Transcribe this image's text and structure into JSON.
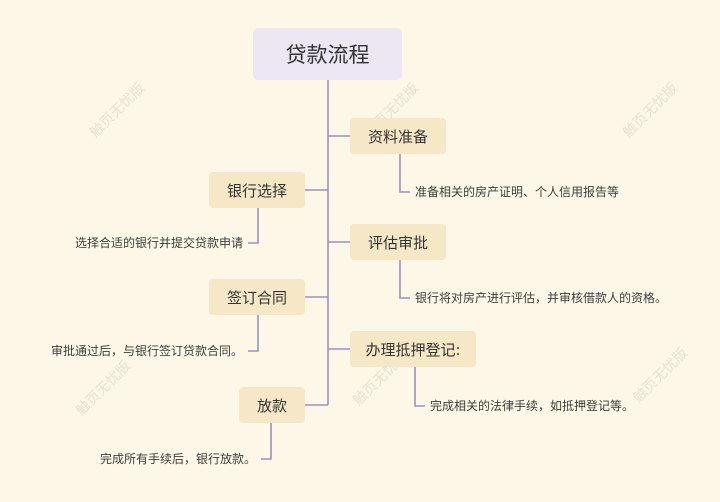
{
  "diagram": {
    "root": {
      "label": "贷款流程"
    },
    "right_branches": [
      {
        "label": "资料准备",
        "detail": "准备相关的房产证明、个人信用报告等"
      },
      {
        "label": "评估审批",
        "detail": "银行将对房产进行评估，并审核借款人的资格。"
      },
      {
        "label": "办理抵押登记:",
        "detail": "完成相关的法律手续，如抵押登记等。"
      }
    ],
    "left_branches": [
      {
        "label": "银行选择",
        "detail": "选择合适的银行并提交贷款申请"
      },
      {
        "label": "签订合同",
        "detail": "审批通过后，与银行签订贷款合同。"
      },
      {
        "label": "放款",
        "detail": "完成所有手续后，银行放款。"
      }
    ],
    "watermark": "触页无忧版"
  },
  "colors": {
    "background": "#fcf7e6",
    "root_fill": "#ece7f3",
    "node_fill": "#f6e8c7",
    "connector": "#9c91c2"
  }
}
